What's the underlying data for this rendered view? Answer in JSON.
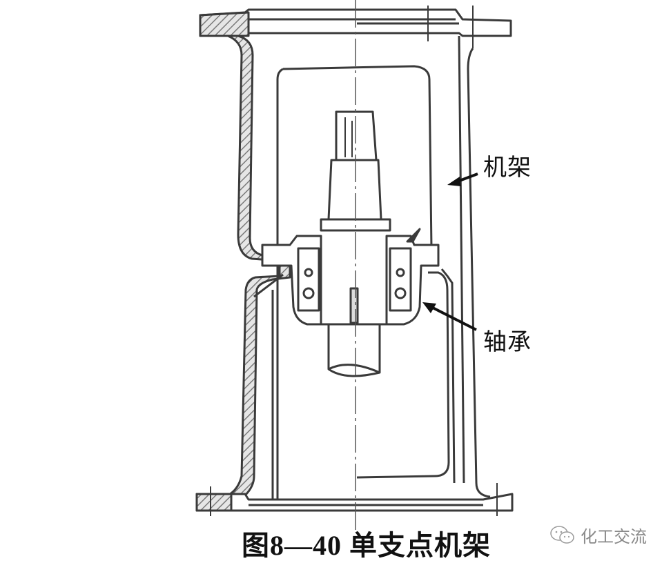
{
  "figure": {
    "title": "单支点机架",
    "number": "图8—40",
    "caption": "图8—40 单支点机架",
    "type": "mechanical cross-section drawing"
  },
  "callouts": [
    {
      "id": "frame",
      "label": "机架",
      "arrow_direction": "left-down"
    },
    {
      "id": "bearing",
      "label": "轴承",
      "arrow_direction": "left-up"
    }
  ],
  "watermark": {
    "icon": "wechat-icon",
    "text": "化工交流"
  },
  "colors": {
    "line": "#3a3a3a",
    "hatch": "#7a7a7a",
    "text": "#111111",
    "watermark": "#8a8a8a",
    "background": "#ffffff"
  }
}
